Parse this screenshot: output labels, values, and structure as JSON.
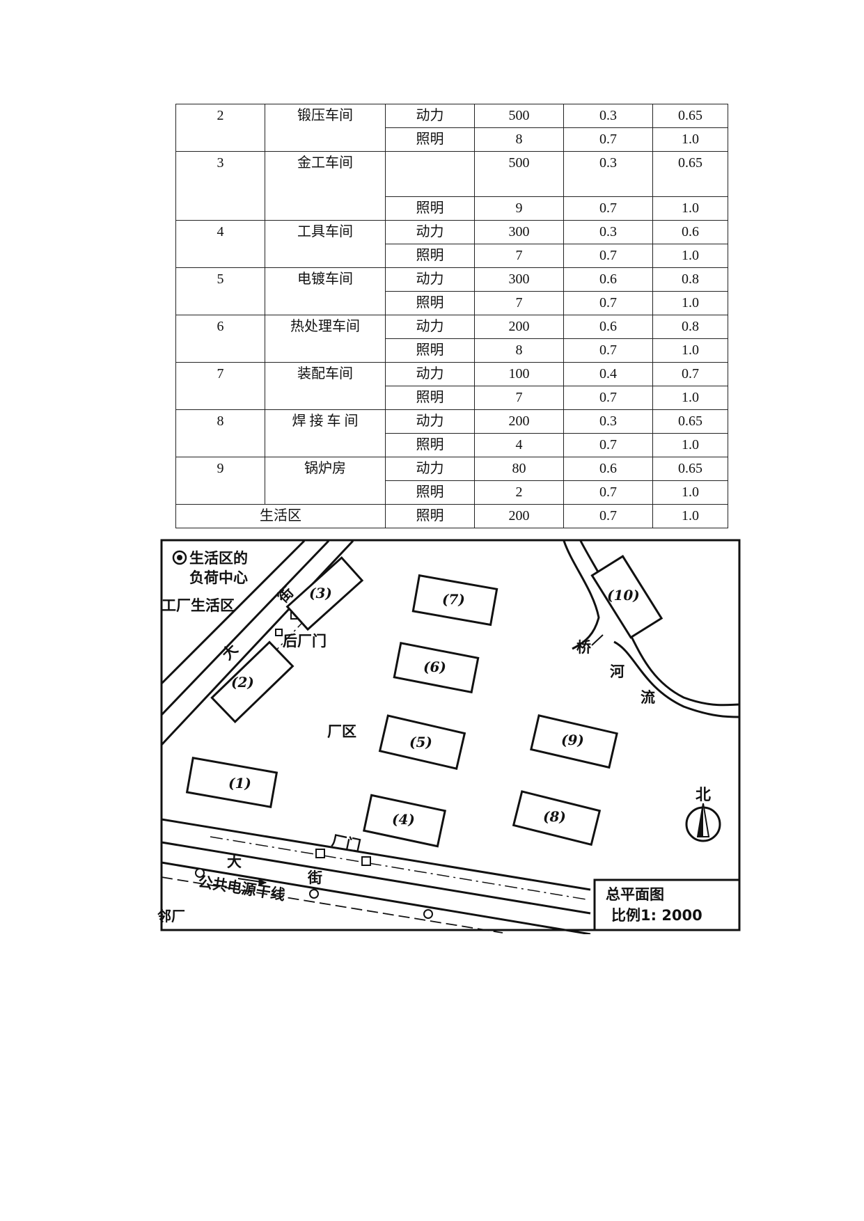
{
  "table": {
    "rows": [
      {
        "no": "2",
        "name": "锻压车间",
        "power": {
          "type": "动力",
          "capacity": "500",
          "kd": "0.3",
          "cos": "0.65"
        },
        "lighting": {
          "type": "照明",
          "capacity": "8",
          "kd": "0.7",
          "cos": "1.0"
        }
      },
      {
        "no": "3",
        "name": "金工车间",
        "power": {
          "type": "",
          "capacity": "500",
          "kd": "0.3",
          "cos": "0.65"
        },
        "lighting": {
          "type": "照明",
          "capacity": "9",
          "kd": "0.7",
          "cos": "1.0"
        }
      },
      {
        "no": "4",
        "name": "工具车间",
        "power": {
          "type": "动力",
          "capacity": "300",
          "kd": "0.3",
          "cos": "0.6"
        },
        "lighting": {
          "type": "照明",
          "capacity": "7",
          "kd": "0.7",
          "cos": "1.0"
        }
      },
      {
        "no": "5",
        "name": "电镀车间",
        "power": {
          "type": "动力",
          "capacity": "300",
          "kd": "0.6",
          "cos": "0.8"
        },
        "lighting": {
          "type": "照明",
          "capacity": "7",
          "kd": "0.7",
          "cos": "1.0"
        }
      },
      {
        "no": "6",
        "name": "热处理车间",
        "power": {
          "type": "动力",
          "capacity": "200",
          "kd": "0.6",
          "cos": "0.8"
        },
        "lighting": {
          "type": "照明",
          "capacity": "8",
          "kd": "0.7",
          "cos": "1.0"
        }
      },
      {
        "no": "7",
        "name": "装配车间",
        "power": {
          "type": "动力",
          "capacity": "100",
          "kd": "0.4",
          "cos": "0.7"
        },
        "lighting": {
          "type": "照明",
          "capacity": "7",
          "kd": "0.7",
          "cos": "1.0"
        }
      },
      {
        "no": "8",
        "name": "焊 接 车 间",
        "power": {
          "type": "动力",
          "capacity": "200",
          "kd": "0.3",
          "cos": "0.65"
        },
        "lighting": {
          "type": "照明",
          "capacity": "4",
          "kd": "0.7",
          "cos": "1.0"
        }
      },
      {
        "no": "9",
        "name": "锅炉房",
        "power": {
          "type": "动力",
          "capacity": "80",
          "kd": "0.6",
          "cos": "0.65"
        },
        "lighting": {
          "type": "照明",
          "capacity": "2",
          "kd": "0.7",
          "cos": "1.0"
        }
      }
    ],
    "last_row": {
      "name": "生活区",
      "type": "照明",
      "capacity": "200",
      "kd": "0.7",
      "cos": "1.0"
    }
  },
  "plan": {
    "legend_line1": "生活区的",
    "legend_line2": "负荷中心",
    "living_area": "工厂生活区",
    "street_char_1": "大",
    "street_char_2": "街",
    "back_gate": "后厂门",
    "factory_area": "厂区",
    "gate": "厂门",
    "bridge": "桥",
    "river_char_1": "河",
    "river_char_2": "流",
    "neighbor": "邻厂",
    "power_line": "公共电源干线",
    "north": "北",
    "title": "总平面图",
    "scale": "比例1: 2000",
    "buildings": [
      "(1)",
      "(2)",
      "(3)",
      "(4)",
      "(5)",
      "(6)",
      "(7)",
      "(8)",
      "(9)",
      "(10)"
    ]
  }
}
